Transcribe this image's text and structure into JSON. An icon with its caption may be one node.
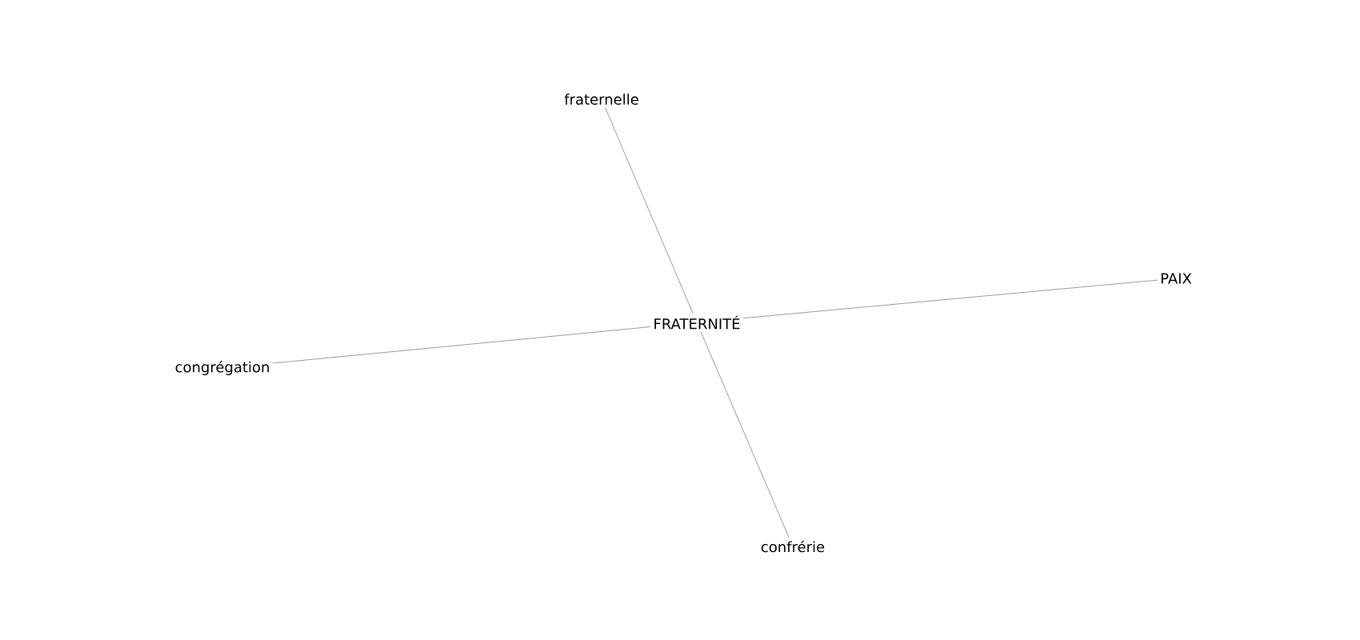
{
  "diagram": {
    "nodes": [
      {
        "text": [
          "fraternelle"
        ]
      },
      {
        "text": [
          "PAIX"
        ]
      },
      {
        "text": [
          "FRATERNITÉ"
        ]
      },
      {
        "text": [
          "congrégation"
        ]
      },
      {
        "text": [
          "confrérie"
        ]
      }
    ],
    "edges": [
      {
        "from": 2,
        "to": 0,
        "arrow": "none"
      },
      {
        "from": 2,
        "to": 1,
        "arrow": "none"
      },
      {
        "from": 2,
        "to": 3,
        "arrow": "none"
      },
      {
        "from": 2,
        "to": 4,
        "arrow": "none"
      }
    ]
  }
}
